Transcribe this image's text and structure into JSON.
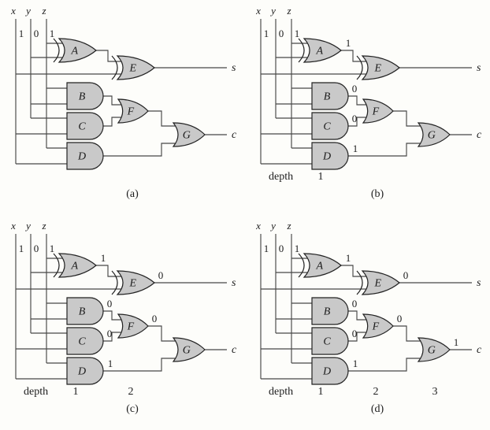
{
  "figure": {
    "description": "Full adder circuit shown four times, tracing values through gate depths",
    "colors": {
      "paper": "#fdfdfa",
      "ink": "#1c1c1c",
      "wire": "#474747",
      "gate_fill": "#c9c9c9",
      "gate_stroke": "#222222"
    }
  },
  "inputs": [
    {
      "name": "x",
      "value": "1"
    },
    {
      "name": "y",
      "value": "0"
    },
    {
      "name": "z",
      "value": "1"
    }
  ],
  "outputs": [
    {
      "name": "s"
    },
    {
      "name": "c"
    }
  ],
  "gates": [
    {
      "id": "A",
      "type": "xor"
    },
    {
      "id": "E",
      "type": "xor"
    },
    {
      "id": "B",
      "type": "and"
    },
    {
      "id": "C",
      "type": "and"
    },
    {
      "id": "D",
      "type": "and"
    },
    {
      "id": "F",
      "type": "or"
    },
    {
      "id": "G",
      "type": "or"
    }
  ],
  "netlist": {
    "A": {
      "type": "XOR",
      "inputs": [
        "z",
        "y"
      ]
    },
    "E": {
      "type": "XOR",
      "inputs": [
        "A",
        "x"
      ],
      "output": "s"
    },
    "B": {
      "type": "AND",
      "inputs": [
        "z",
        "y"
      ]
    },
    "C": {
      "type": "AND",
      "inputs": [
        "y",
        "x"
      ]
    },
    "D": {
      "type": "AND",
      "inputs": [
        "z",
        "x"
      ]
    },
    "F": {
      "type": "OR",
      "inputs": [
        "B",
        "C"
      ]
    },
    "G": {
      "type": "OR",
      "inputs": [
        "F",
        "D"
      ],
      "output": "c"
    }
  },
  "panels": [
    {
      "caption": "(a)",
      "values": {},
      "depth_label": "",
      "depth_marks": []
    },
    {
      "caption": "(b)",
      "values": {
        "A": "1",
        "B": "0",
        "C": "0",
        "D": "1"
      },
      "depth_label": "depth",
      "depth_marks": [
        "1"
      ]
    },
    {
      "caption": "(c)",
      "values": {
        "A": "1",
        "B": "0",
        "C": "0",
        "D": "1",
        "E": "0",
        "F": "0"
      },
      "depth_label": "depth",
      "depth_marks": [
        "1",
        "2"
      ]
    },
    {
      "caption": "(d)",
      "values": {
        "A": "1",
        "B": "0",
        "C": "0",
        "D": "1",
        "E": "0",
        "F": "0",
        "G": "1"
      },
      "depth_label": "depth",
      "depth_marks": [
        "1",
        "2",
        "3"
      ]
    }
  ]
}
